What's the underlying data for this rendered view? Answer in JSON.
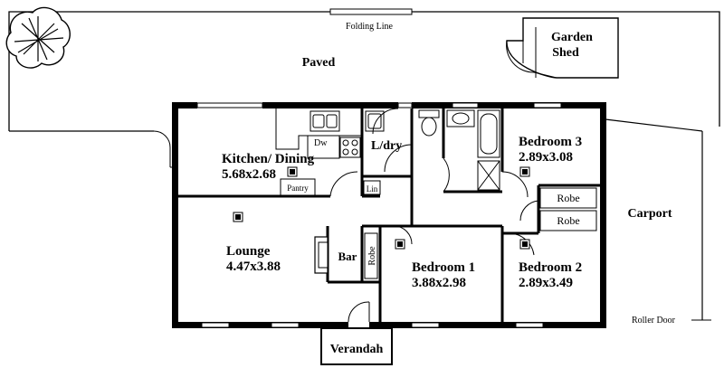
{
  "labels": {
    "folding_line": "Folding Line",
    "paved": "Paved",
    "garden_shed": [
      "Garden",
      "Shed"
    ],
    "dw": "Dw",
    "pantry": "Pantry",
    "ldry": "L/dry",
    "lin": "Lin",
    "kitchen_dining": {
      "name": "Kitchen/ Dining",
      "size": "5.68x2.68"
    },
    "bedroom3": {
      "name": "Bedroom 3",
      "size": "2.89x3.08"
    },
    "robe_1": "Robe",
    "robe_2": "Robe",
    "carport": "Carport",
    "lounge": {
      "name": "Lounge",
      "size": "4.47x3.88"
    },
    "bar": "Bar",
    "robe_vertical": "Robe",
    "bedroom1": {
      "name": "Bedroom 1",
      "size": "3.88x2.98"
    },
    "bedroom2": {
      "name": "Bedroom 2",
      "size": "2.89x3.49"
    },
    "roller_door": "Roller Door",
    "verandah": "Verandah"
  },
  "colors": {
    "ink": "#000000",
    "paper": "#ffffff"
  },
  "icons": [
    "tree-icon",
    "sink-icon",
    "stove-icon",
    "toilet-icon",
    "bathtub-icon",
    "shower-icon",
    "light-fixture-icon"
  ]
}
